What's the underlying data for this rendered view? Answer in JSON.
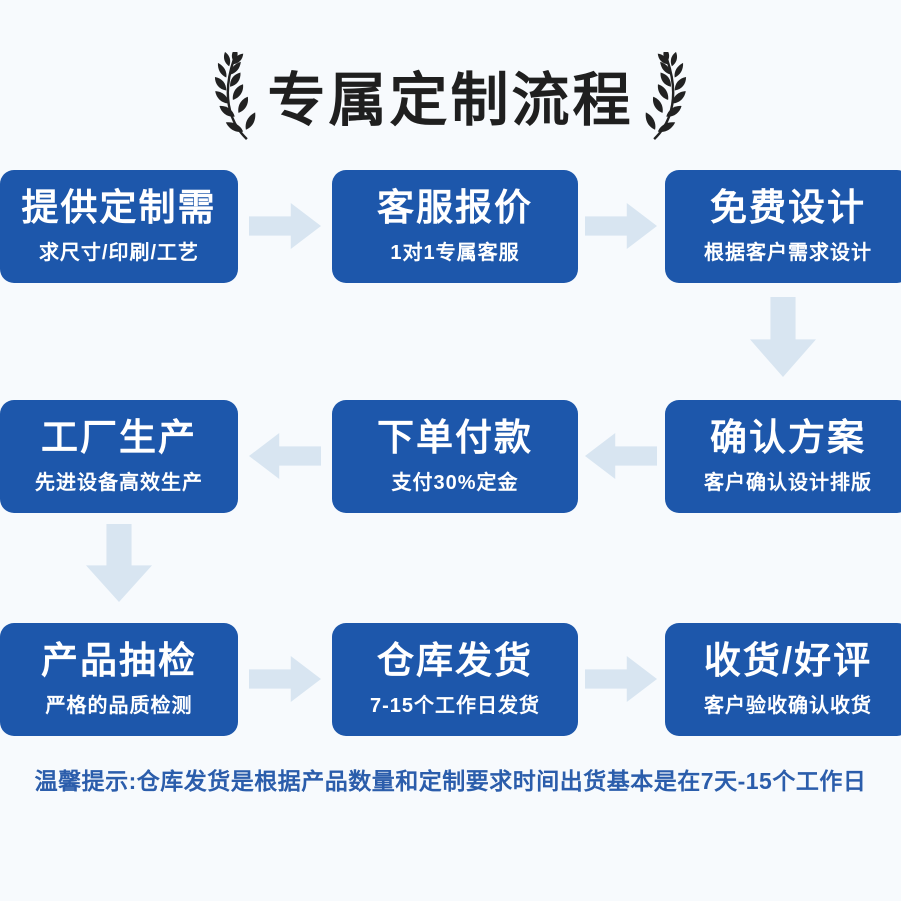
{
  "header": {
    "title": "专属定制流程",
    "left_icon": "laurel-branch-left",
    "right_icon": "laurel-branch-right"
  },
  "flow": {
    "rows": [
      {
        "direction": "right",
        "cells": [
          {
            "title": "提供定制需",
            "subtitle": "求尺寸/印刷/工艺"
          },
          {
            "title": "客服报价",
            "subtitle": "1对1专属客服"
          },
          {
            "title": "免费设计",
            "subtitle": "根据客户需求设计"
          }
        ]
      },
      {
        "direction": "left",
        "cells": [
          {
            "title": "工厂生产",
            "subtitle": "先进设备高效生产"
          },
          {
            "title": "下单付款",
            "subtitle": "支付30%定金"
          },
          {
            "title": "确认方案",
            "subtitle": "客户确认设计排版"
          }
        ]
      },
      {
        "direction": "right",
        "cells": [
          {
            "title": "产品抽检",
            "subtitle": "严格的品质检测"
          },
          {
            "title": "仓库发货",
            "subtitle": "7-15个工作日发货"
          },
          {
            "title": "收货/好评",
            "subtitle": "客户验收确认收货"
          }
        ]
      }
    ]
  },
  "note": "温馨提示:仓库发货是根据产品数量和定制要求时间出货基本是在7天-15个工作日",
  "colors": {
    "box_blue": "#1d57ab",
    "arrow_blue": "#d8e5f1",
    "background": "#f7fafd",
    "note_text": "#2b5dab",
    "title_text": "#1f1f1f",
    "box_text": "#ffffff"
  }
}
